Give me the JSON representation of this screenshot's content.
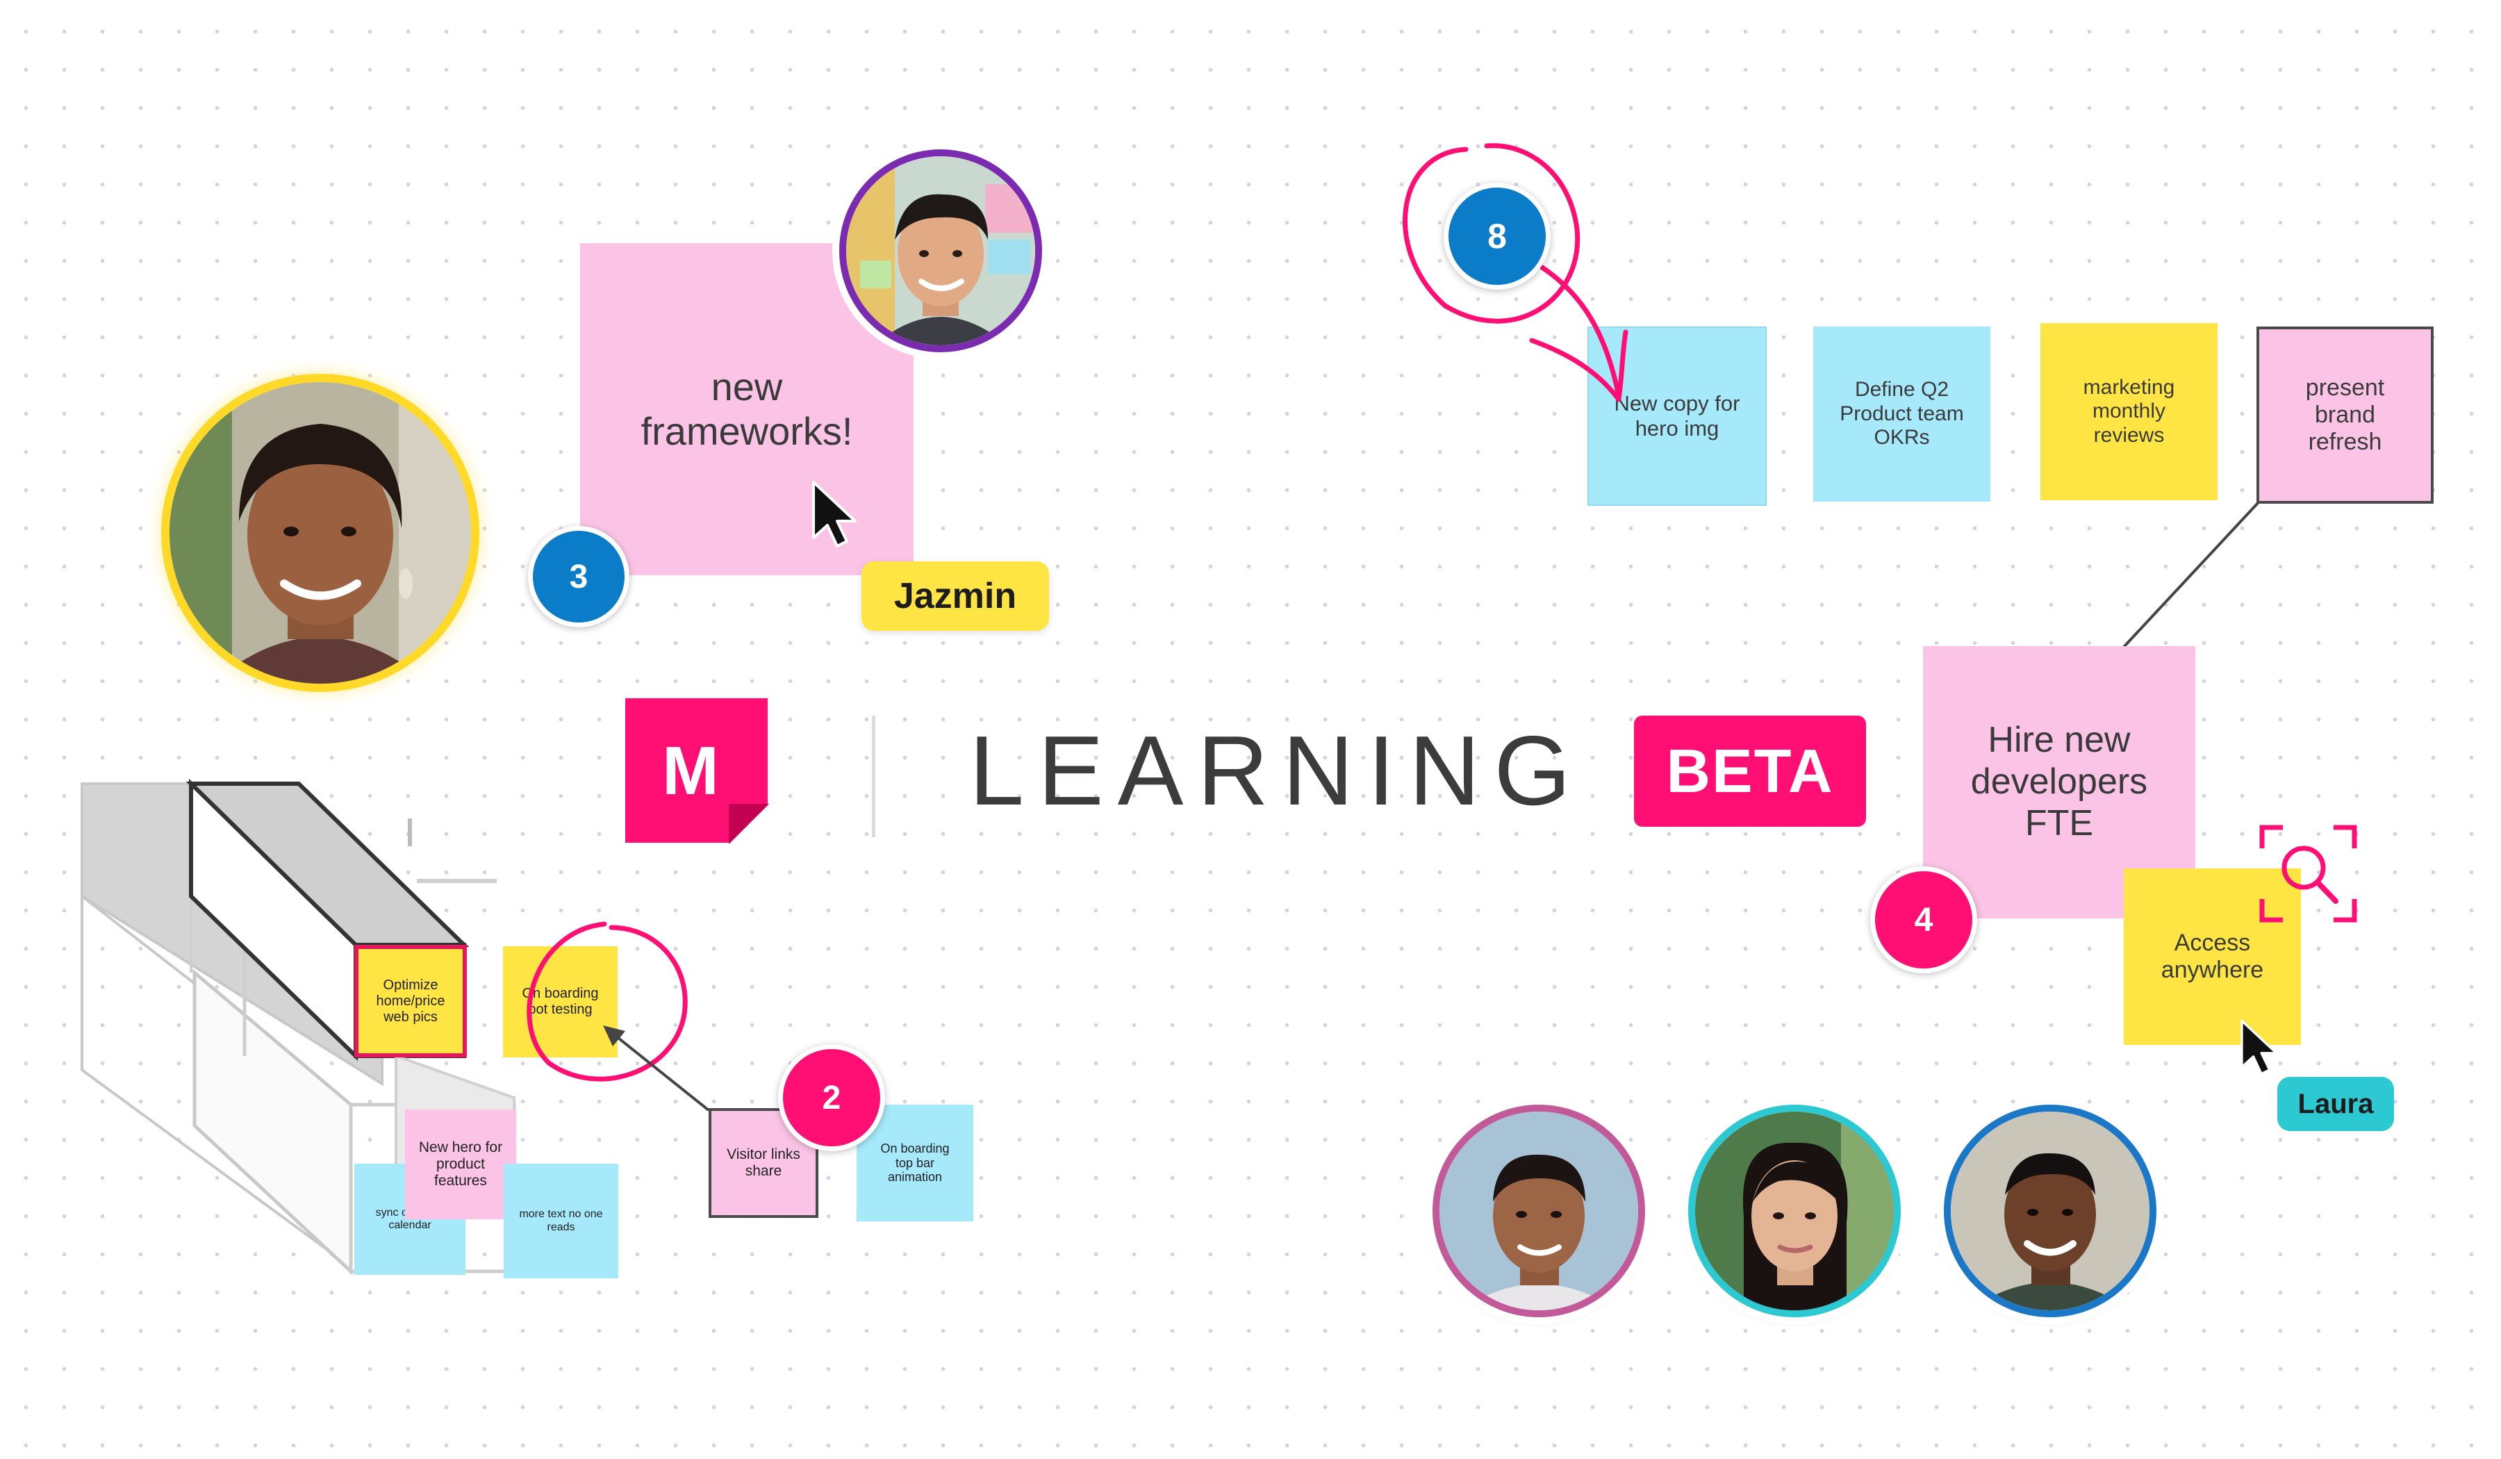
{
  "brand": {
    "logo_letter": "M",
    "product": "LEARNING",
    "badge": "BETA",
    "accent": "#ff0f73",
    "text_color": "#3c3c3c"
  },
  "left_cluster": {
    "note_main": "new frameworks!",
    "badge_number": "3",
    "cursor_label": "Jazmin",
    "avatar_top": "avatar-man",
    "avatar_left": "avatar-woman"
  },
  "top_right_cluster": {
    "badge_number": "8",
    "notes": [
      "New copy for hero img",
      "Define Q2 Product team OKRs",
      "marketing monthly reviews",
      "present brand refresh"
    ]
  },
  "right_cluster": {
    "note_main": "Hire new developers FTE",
    "badge_number": "4",
    "note_access": "Access anywhere",
    "cursor_label": "Laura",
    "icon": "search-focus-icon"
  },
  "bottom_left_cluster": {
    "badge_number": "2",
    "notes": {
      "optimize": "Optimize home/price web pics",
      "onboarding_bot": "On boarding bot testing",
      "new_hero": "New hero for product features",
      "sync_event": "sync on event calendar",
      "more_text": "more text no one reads",
      "visitor_links": "Visitor links share",
      "onboarding_topbar": "On boarding top bar animation"
    }
  },
  "bottom_avatars": [
    "avatar-man-1",
    "avatar-woman-2",
    "avatar-man-3"
  ],
  "colors": {
    "pink_note": "#fbc4e6",
    "blue_note": "#a6e9fa",
    "yellow_note": "#ffe544",
    "badge_blue": "#0a7cc8",
    "badge_pink": "#ff0f73",
    "label_yellow": "#ffe544",
    "label_teal": "#2dc9d3"
  }
}
